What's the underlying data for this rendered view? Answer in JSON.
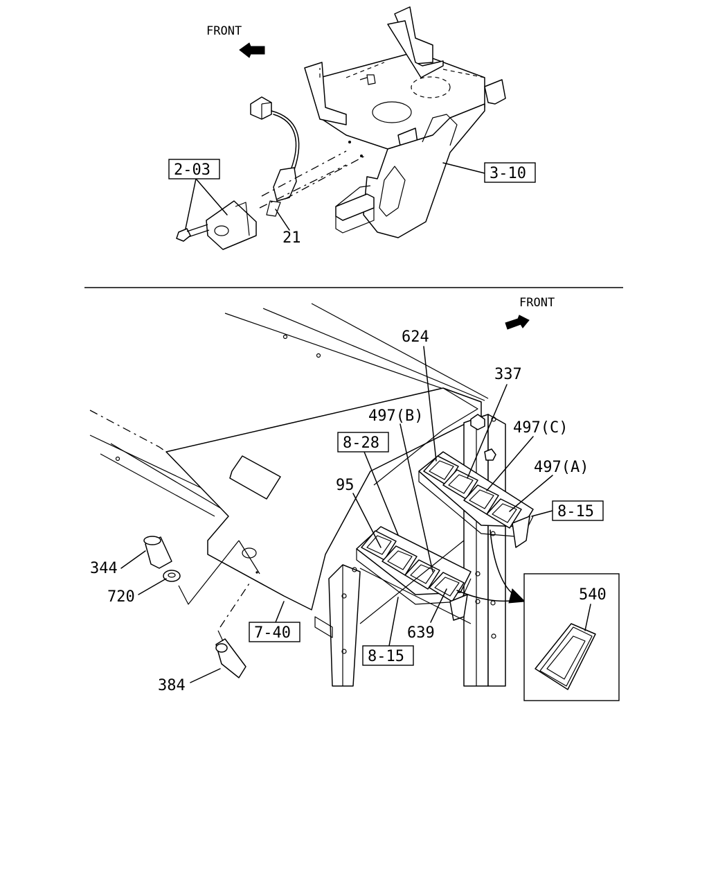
{
  "top_view": {
    "front_label": "FRONT",
    "callouts": {
      "ref_2_03": "2-03",
      "ref_3_10": "3-10",
      "part_21": "21"
    }
  },
  "bottom_view": {
    "front_label": "FRONT",
    "callouts": {
      "part_624": "624",
      "part_337": "337",
      "part_497b": "497(B)",
      "part_497c": "497(C)",
      "part_497a": "497(A)",
      "ref_8_28": "8-28",
      "part_95": "95",
      "ref_8_15_right": "8-15",
      "part_540": "540",
      "part_344": "344",
      "part_720": "720",
      "ref_7_40": "7-40",
      "part_639": "639",
      "ref_8_15_bottom": "8-15",
      "part_384": "384"
    }
  }
}
